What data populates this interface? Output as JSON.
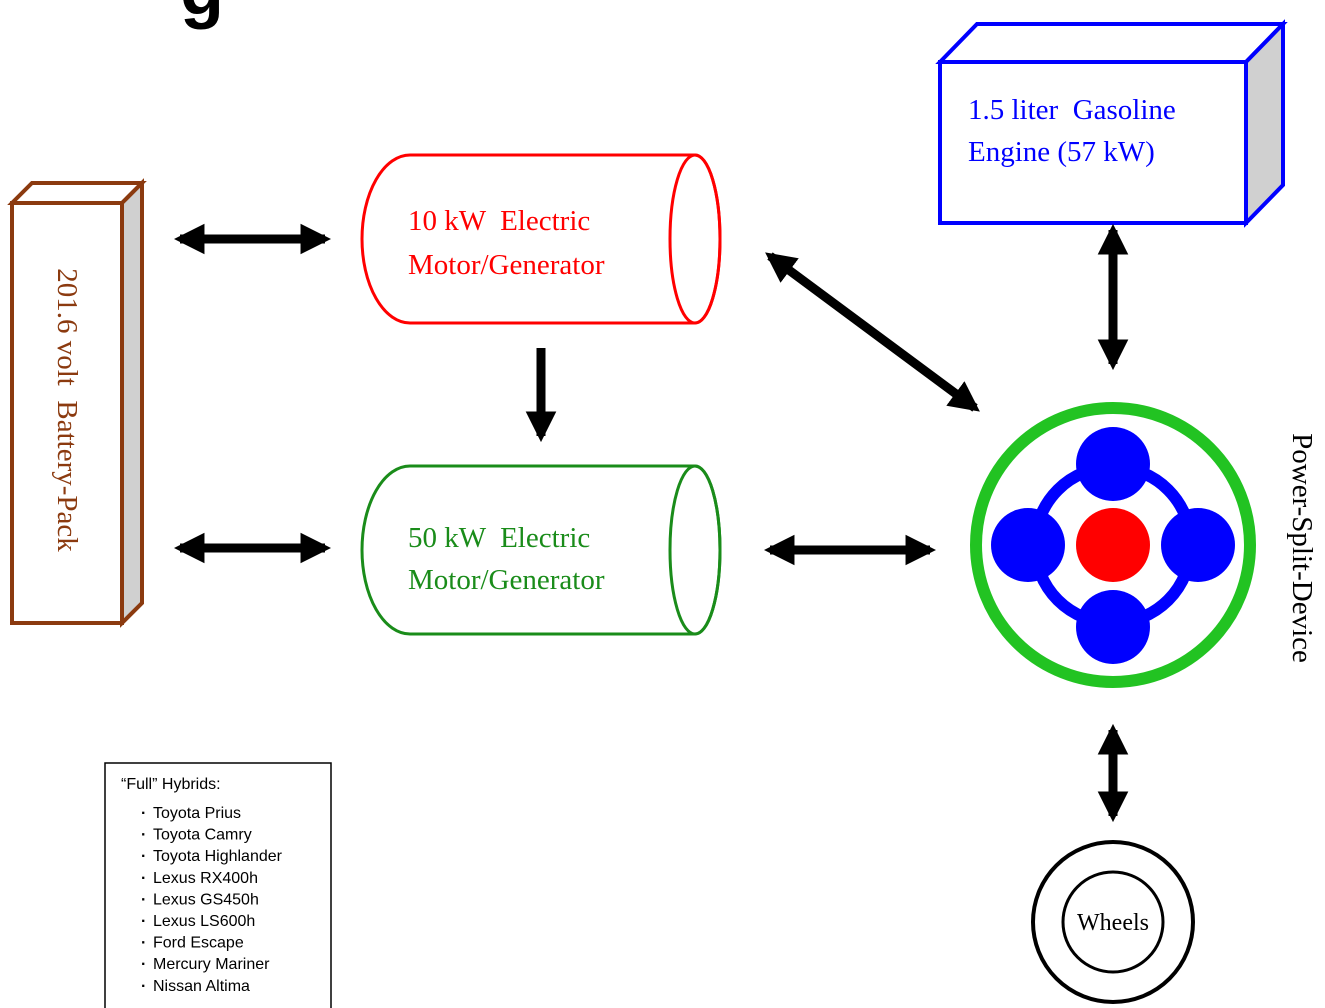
{
  "heading_fragment": "g",
  "battery": {
    "label": "201.6 volt  Battery-Pack",
    "color": "#8B3A0F"
  },
  "motor_small": {
    "line1": "10 kW  Electric",
    "line2": "Motor/Generator",
    "color": "#ff0000"
  },
  "motor_large": {
    "line1": "50 kW  Electric",
    "line2": "Motor/Generator",
    "color": "#1a8c1a"
  },
  "engine": {
    "line1": "1.5 liter  Gasoline",
    "line2": "Engine (57 kW)",
    "color": "#0000ff"
  },
  "power_split": {
    "label": "Power-Split-Device",
    "ring_color": "#22c322",
    "planet_color": "#0000ff",
    "sun_color": "#ff0000"
  },
  "wheels": {
    "label": "Wheels"
  },
  "legend": {
    "title": "“Full” Hybrids:",
    "bullet": "·",
    "items": [
      "Toyota Prius",
      "Toyota Camry",
      "Toyota Highlander",
      "Lexus RX400h",
      "Lexus GS450h",
      "Lexus LS600h",
      "Ford Escape",
      "Mercury Mariner",
      "Nissan Altima"
    ]
  }
}
